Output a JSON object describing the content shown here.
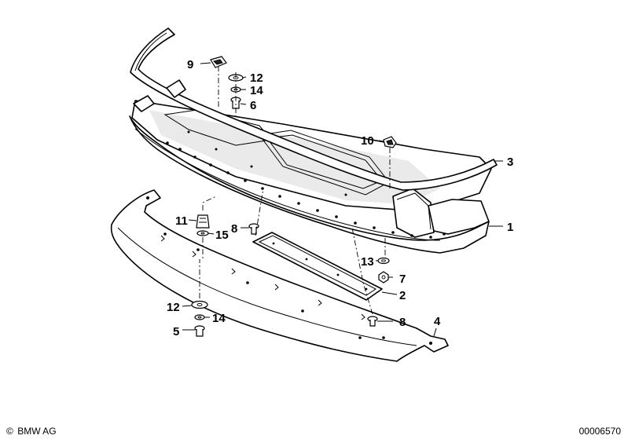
{
  "callouts": {
    "c1": "1",
    "c2": "2",
    "c3": "3",
    "c4": "4",
    "c5": "5",
    "c6": "6",
    "c7": "7",
    "c8a": "8",
    "c8b": "8",
    "c9": "9",
    "c10": "10",
    "c11": "11",
    "c12a": "12",
    "c12b": "12",
    "c13": "13",
    "c14a": "14",
    "c14b": "14",
    "c15": "15"
  },
  "footer": {
    "copyright_symbol": "©",
    "brand": "BMW AG",
    "diagram_number": "00006570"
  }
}
